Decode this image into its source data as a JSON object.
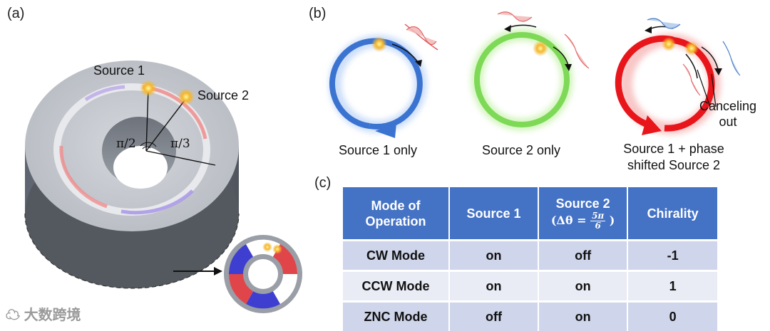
{
  "panel_a": {
    "label": "(a)",
    "source1_label": "Source 1",
    "source2_label": "Source 2",
    "angle1_label": "π/2",
    "angle2_label": "π/3"
  },
  "panel_b": {
    "label": "(b)",
    "captions": [
      "Source 1 only",
      "Source 2 only",
      "Source 1 + phase",
      "shifted Source 2"
    ],
    "annotation_line1": "Canceling",
    "annotation_line2": "out",
    "ring_colors": [
      "#3b73d1",
      "#7ed957",
      "#e8151b"
    ]
  },
  "panel_c": {
    "label": "(c)",
    "headers": {
      "mode": "Mode of Operation",
      "source1": "Source 1",
      "source2_title": "Source 2",
      "source2_math_prefix": "(Δθ =",
      "source2_frac_num": "5π",
      "source2_frac_den": "6",
      "source2_math_suffix": ")",
      "chirality": "Chirality"
    },
    "rows": [
      {
        "mode": "CW Mode",
        "source1": "on",
        "source2": "off",
        "chirality": "-1"
      },
      {
        "mode": "CCW Mode",
        "source1": "on",
        "source2": "on",
        "chirality": "1"
      },
      {
        "mode": "ZNC Mode",
        "source1": "off",
        "source2": "on",
        "chirality": "0"
      }
    ],
    "header_color": "#4472c4"
  },
  "watermark": "大数跨境"
}
